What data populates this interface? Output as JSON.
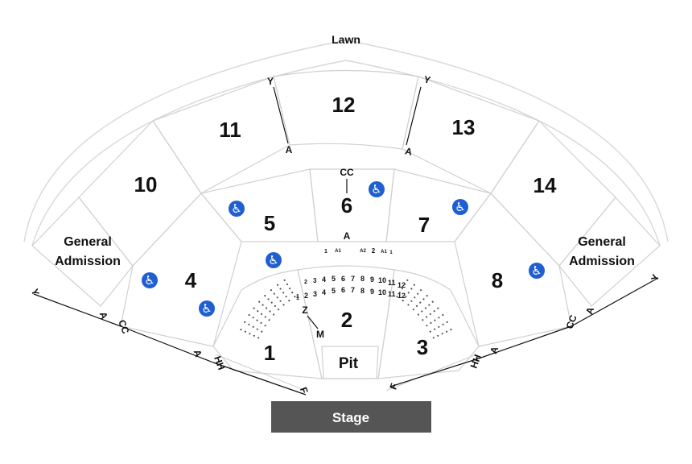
{
  "map": {
    "lawn_label": "Lawn",
    "stage_label": "Stage",
    "pit_label": "Pit",
    "general_admission_label": [
      "General",
      "Admission"
    ],
    "sections": [
      "1",
      "2",
      "3",
      "4",
      "5",
      "6",
      "7",
      "8",
      "10",
      "11",
      "12",
      "13",
      "14"
    ],
    "row_markers": {
      "y": "Y",
      "a": "A",
      "cc": "CC",
      "hh": "HH",
      "f": "F",
      "z": "Z",
      "m": "M"
    },
    "seat_rows": {
      "section2_front": [
        "1",
        "2",
        "3",
        "4",
        "5",
        "6",
        "7",
        "8",
        "9",
        "10",
        "11",
        "12"
      ],
      "section2_back": [
        "1",
        "2",
        "3",
        "4",
        "5",
        "6",
        "7",
        "8",
        "9",
        "10",
        "11",
        "12"
      ],
      "section6_front": [
        "1",
        "A1",
        "A2",
        "2",
        "A1",
        "1"
      ]
    },
    "accessibility_icon": "wheelchair-icon",
    "colors": {
      "accessible": "#1f5fd1",
      "stage": "#555555",
      "outline": "#d8d8d8"
    }
  }
}
